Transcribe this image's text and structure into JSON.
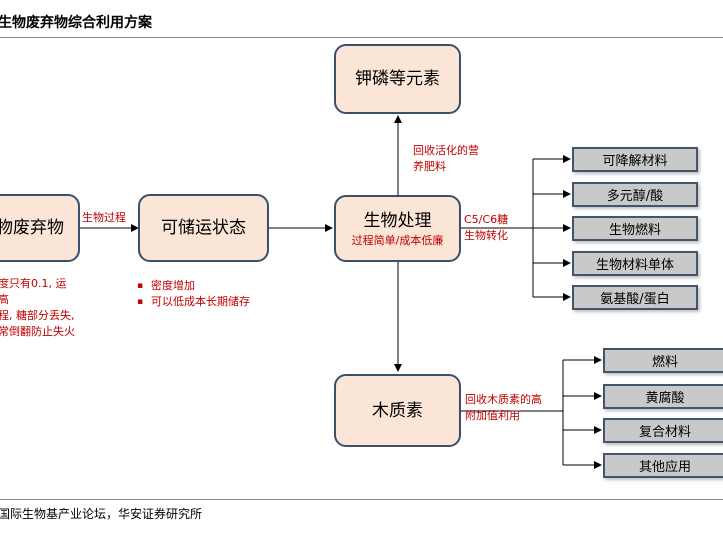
{
  "header": {
    "title": "生物废弃物综合利用方案"
  },
  "footer": {
    "source": "国际生物基产业论坛，华安证券研究所"
  },
  "nodes": {
    "waste": "物废弃物",
    "storable": "可储运状态",
    "bio_processing": {
      "label": "生物处理",
      "sub": "过程简单/成本低廉"
    },
    "elements": "钾磷等元素",
    "lignin": "木质素"
  },
  "edge_labels": {
    "bioprocess": "生物过程",
    "recycle_nutrients": [
      "回收活化的营",
      "养肥料"
    ],
    "c5c6": [
      "C5/C6糖",
      "生物转化"
    ],
    "lignin_recycle": [
      "回收木质素的高",
      "附加值利用"
    ]
  },
  "notes": {
    "waste": [
      "度只有0.1, 运",
      "高",
      "程, 糖部分丢失,",
      "常倒翻防止失火"
    ],
    "storable": [
      "密度增加",
      "可以低成本长期储存"
    ]
  },
  "bio_products": [
    "可降解材料",
    "多元醇/酸",
    "生物燃料",
    "生物材料单体",
    "氨基酸/蛋白"
  ],
  "lignin_products": [
    "燃料",
    "黄腐酸",
    "复合材料",
    "其他应用"
  ]
}
